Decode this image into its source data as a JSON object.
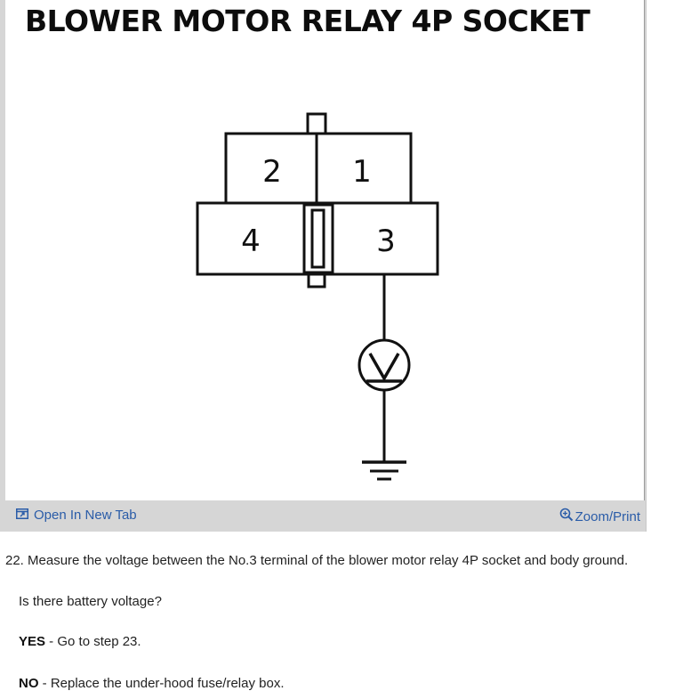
{
  "figure": {
    "title": "BLOWER MOTOR RELAY 4P SOCKET",
    "terminals": [
      "2",
      "1",
      "4",
      "3"
    ],
    "meter_symbol": "V",
    "colors": {
      "ink": "#111111",
      "link": "#2a5ca8"
    }
  },
  "toolbar": {
    "open_tab_label": "Open In New Tab",
    "open_tab_icon": "open-in-new-tab-icon",
    "zoom_print_label": "Zoom/Print",
    "zoom_print_icon": "magnifier-icon"
  },
  "content": {
    "step_text": "22. Measure the voltage between the No.3 terminal of the blower motor relay 4P socket and body ground.",
    "question": "Is there battery voltage?",
    "yes": {
      "label": "YES",
      "text": " - Go to step 23."
    },
    "no": {
      "label": "NO",
      "text": " - Replace the under-hood fuse/relay box."
    }
  }
}
